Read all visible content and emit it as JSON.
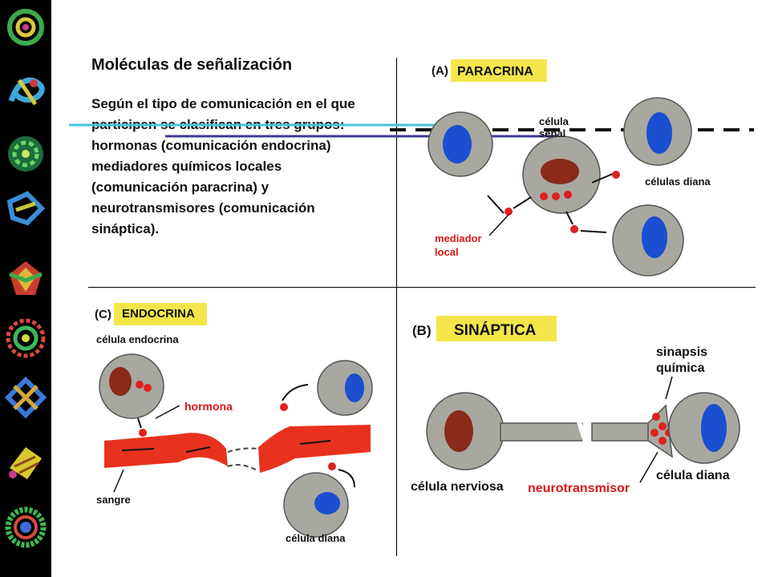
{
  "heading": "Moléculas de señalización",
  "paragraph": "Según el tipo de comunicación en el que participen se clasifican en tres grupos: hormonas (comunicación endocrina) mediadores químicos locales (comunicación paracrina) y neurotransmisores (comunicación sináptica).",
  "paracrina": {
    "tag": "(A)",
    "title": "PARACRINA",
    "signal_cell": "célula\nseñal",
    "target_cells": "células diana",
    "mediator": "mediador\nlocal"
  },
  "endocrina": {
    "tag": "(C)",
    "title": "ENDOCRINA",
    "endocrine_cell": "célula endocrina",
    "hormone": "hormona",
    "blood": "sangre",
    "target_cell": "célula diana"
  },
  "sinaptica": {
    "tag": "(B)",
    "title": "SINÁPTICA",
    "synapse": "sinapsis\nquímica",
    "nerve_cell": "célula nerviosa",
    "neurotransmitter": "neurotransmisor",
    "target_cell": "célula diana"
  },
  "colors": {
    "highlight": "#f4e64a",
    "red": "#e02020",
    "cytoplasm": "#a8a8a0",
    "nucleus_blue": "#1a4fd0",
    "nucleus_red": "#8a2a1a",
    "blood": "#e8321e",
    "label_red": "#d81818",
    "accent_cyan": "#44c4d8",
    "accent_navy": "#3c3c8c"
  },
  "sidebar": {
    "icons": [
      "protein-structure-icon",
      "protein-structure-icon",
      "protein-structure-icon",
      "protein-structure-icon",
      "protein-structure-icon",
      "protein-structure-icon",
      "protein-structure-icon",
      "protein-structure-icon",
      "protein-structure-icon"
    ]
  }
}
